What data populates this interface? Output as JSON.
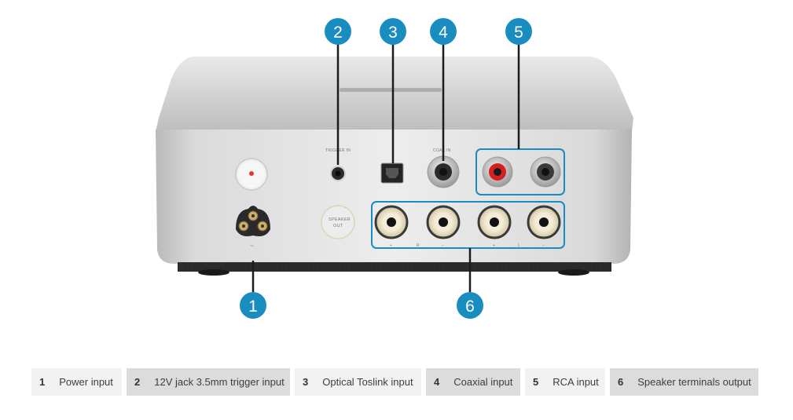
{
  "panel_labels": {
    "trigger": "TRIGGER IN",
    "coax": "COAX IN",
    "speaker_line1": "SPEAKER",
    "speaker_line2": "OUT",
    "plus": "+",
    "minus": "−",
    "right": "R",
    "left": "L",
    "ac": "~"
  },
  "callouts": [
    {
      "number": "1"
    },
    {
      "number": "2"
    },
    {
      "number": "3"
    },
    {
      "number": "4"
    },
    {
      "number": "5"
    },
    {
      "number": "6"
    }
  ],
  "legend": [
    {
      "number": "1",
      "label": "Power input"
    },
    {
      "number": "2",
      "label": "12V jack 3.5mm trigger input"
    },
    {
      "number": "3",
      "label": "Optical Toslink input"
    },
    {
      "number": "4",
      "label": "Coaxial input"
    },
    {
      "number": "5",
      "label": "RCA input"
    },
    {
      "number": "6",
      "label": "Speaker terminals output"
    }
  ],
  "colors": {
    "callout": "#1a8dc0",
    "callout_line": "#1c1c1c",
    "highlight_frame": "#1a8dc0",
    "rca_red": "#d62020",
    "power_led": "#e53935"
  }
}
